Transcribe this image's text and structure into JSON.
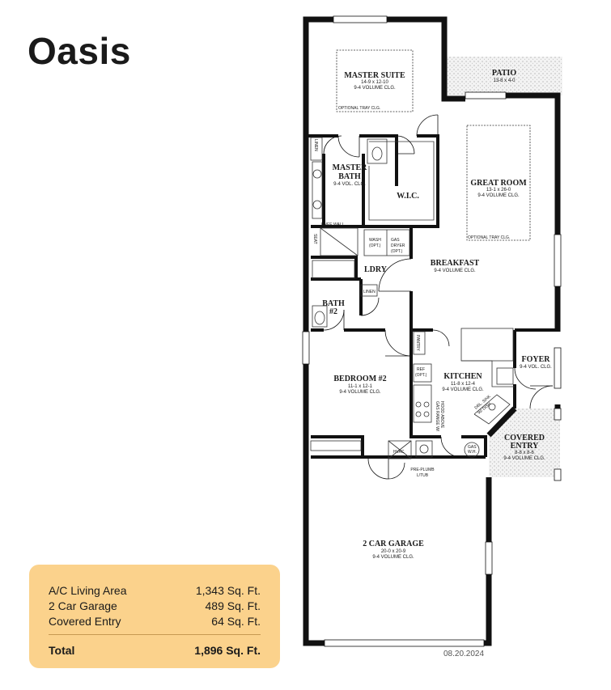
{
  "title": "Oasis",
  "areas": [
    {
      "label": "A/C Living Area",
      "value": "1,343 Sq. Ft."
    },
    {
      "label": "2 Car Garage",
      "value": "489 Sq. Ft."
    },
    {
      "label": "Covered Entry",
      "value": "64 Sq. Ft."
    }
  ],
  "total": {
    "label": "Total",
    "value": "1,896 Sq. Ft."
  },
  "date": "08.20.2024",
  "rooms": {
    "master_suite": {
      "name": "MASTER SUITE",
      "dims": "14-9 x 12-10",
      "clg": "9-4 VOLUME CLG.",
      "note": "OPTIONAL TRAY CLG."
    },
    "patio": {
      "name": "PATIO",
      "dims": "13-8 x 4-0"
    },
    "great_room": {
      "name": "GREAT ROOM",
      "dims": "13-1 x 26-0",
      "clg": "9-4 VOLUME CLG.",
      "note": "OPTIONAL TRAY CLG."
    },
    "master_bath": {
      "name1": "MASTER",
      "name2": "BATH",
      "clg": "9-4 VOL. CLG."
    },
    "wic": {
      "name": "W.I.C."
    },
    "linen1": {
      "name": "LINEN"
    },
    "knee_wall": {
      "name": "KNEE WALL"
    },
    "seat": {
      "name": "SEAT"
    },
    "laundry_equip": {
      "line1": "WASH",
      "line2": "(OPT.)",
      "line3": "GAS",
      "line4": "DRYER",
      "line5": "(OPT.)"
    },
    "ldry": {
      "name": "LDRY"
    },
    "breakfast": {
      "name": "BREAKFAST",
      "clg": "9-4 VOLUME CLG."
    },
    "linen2": {
      "name": "LINEN"
    },
    "bath2": {
      "name1": "BATH",
      "name2": "#2"
    },
    "pantry": {
      "name": "PANTRY"
    },
    "foyer": {
      "name": "FOYER",
      "clg": "9-4 VOL. CLG."
    },
    "bedroom2": {
      "name": "BEDROOM #2",
      "dims": "11-1 x 12-1",
      "clg": "9-4 VOLUME CLG."
    },
    "ref": {
      "line1": "REF",
      "line2": "(OPT.)"
    },
    "kitchen": {
      "name": "KITCHEN",
      "dims": "11-8 x 12-4",
      "clg": "9-4 VOLUME CLG."
    },
    "gas_range": {
      "line1": "GAS RANGE W/",
      "line2": "HOOD ABOVE"
    },
    "dbl_sink": {
      "line1": "DBL. SINK",
      "line2": "W/ DISH"
    },
    "covered_entry": {
      "name1": "COVERED",
      "name2": "ENTRY",
      "dims": "8-8 x 8-6",
      "clg": "9-4 VOLUME CLG."
    },
    "hvac": {
      "name": "HVAC"
    },
    "gas_wh": {
      "line1": "GAS",
      "line2": "W.H."
    },
    "pre_plumb": {
      "line1": "PRE-PLUMB",
      "line2": "L/TUB"
    },
    "garage": {
      "name": "2 CAR GARAGE",
      "dims": "20-0 x 20-9",
      "clg": "9-4 VOLUME CLG."
    }
  }
}
